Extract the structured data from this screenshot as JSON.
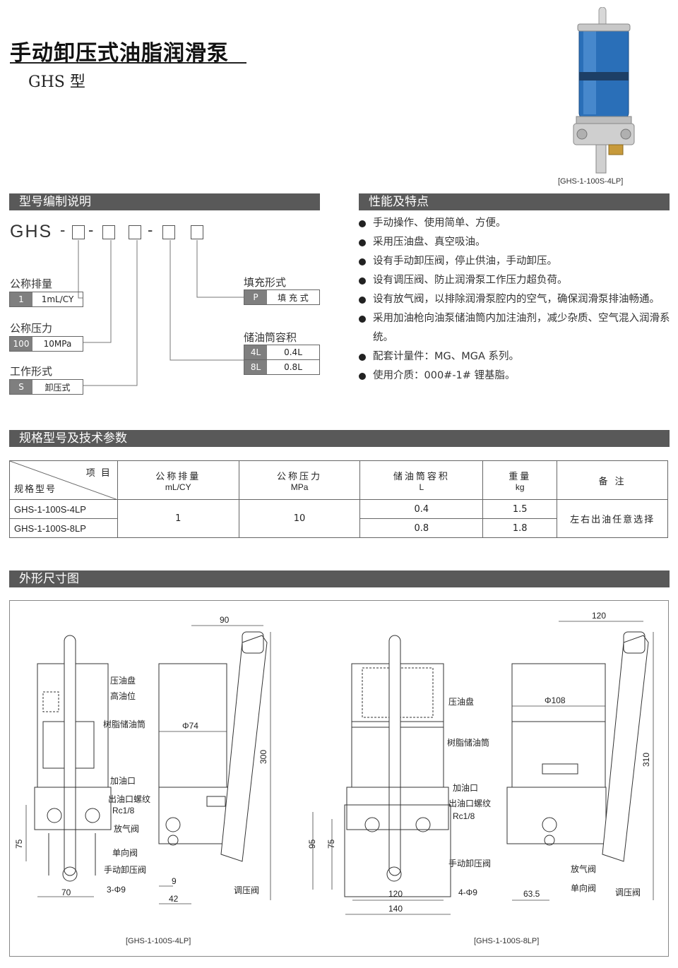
{
  "header": {
    "title": "手动卸压式油脂润滑泵",
    "subtitle": "GHS 型"
  },
  "photo": {
    "caption": "[GHS-1-100S-4LP]"
  },
  "sections": {
    "model_code": "型号编制说明",
    "features": "性能及特点",
    "specs": "规格型号及技术参数",
    "dimensions": "外形尺寸图"
  },
  "model_code": {
    "prefix": "GHS",
    "dash": "-",
    "displacement": {
      "label": "公称排量",
      "code": "1",
      "value": "1mL/CY"
    },
    "pressure": {
      "label": "公称压力",
      "code": "100",
      "value": "10MPa"
    },
    "work_type": {
      "label": "工作形式",
      "code": "S",
      "value": "卸压式"
    },
    "capacity": {
      "label": "储油筒容积",
      "rows": [
        {
          "code": "4L",
          "value": "0.4L"
        },
        {
          "code": "8L",
          "value": "0.8L"
        }
      ]
    },
    "fill": {
      "label": "填充形式",
      "code": "P",
      "value": "填 充 式"
    }
  },
  "features": [
    "手动操作、使用简单、方便。",
    "采用压油盘、真空吸油。",
    "设有手动卸压阀，停止供油，手动卸压。",
    "设有调压阀、防止润滑泵工作压力超负荷。",
    "设有放气阀，以排除润滑泵腔内的空气，确保润滑泵排油畅通。",
    "采用加油枪向油泵储油筒内加注油剂，减少杂质、空气混入润滑系统。",
    "配套计量件：MG、MGA 系列。",
    "使用介质：000#-1# 锂基脂。"
  ],
  "spec_table": {
    "corner_top": "项 目",
    "corner_bottom": "规格型号",
    "columns": [
      {
        "name": "公称排量",
        "unit": "mL/CY"
      },
      {
        "name": "公称压力",
        "unit": "MPa"
      },
      {
        "name": "储油筒容积",
        "unit": "L"
      },
      {
        "name": "重量",
        "unit": "kg"
      },
      {
        "name": "备 注",
        "unit": ""
      }
    ],
    "rows": [
      {
        "model": "GHS-1-100S-4LP",
        "capacity": "0.4",
        "weight": "1.5"
      },
      {
        "model": "GHS-1-100S-8LP",
        "capacity": "0.8",
        "weight": "1.8"
      }
    ],
    "displacement": "1",
    "pressure": "10",
    "remark": "左右出油任意选择"
  },
  "drawing_left": {
    "caption": "[GHS-1-100S-4LP]",
    "labels": {
      "disc": "压油盘",
      "high": "高油位",
      "tank": "树脂储油筒",
      "inlet": "加油口",
      "outlet": "出油口螺纹",
      "thread": "Rc1/8",
      "vent": "放气阀",
      "check": "单向阀",
      "relief": "手动卸压阀",
      "regulator": "调压阀",
      "holes": "3-Φ9"
    },
    "dims": {
      "d90": "90",
      "d74": "Φ74",
      "d300": "300",
      "d75": "75",
      "d70": "70",
      "d9": "9",
      "d42": "42"
    }
  },
  "drawing_right": {
    "caption": "[GHS-1-100S-8LP]",
    "labels": {
      "disc": "压油盘",
      "tank": "树脂储油筒",
      "inlet": "加油口",
      "outlet": "出油口螺纹",
      "thread": "Rc1/8",
      "relief": "手动卸压阀",
      "vent": "放气阀",
      "check": "单向阀",
      "regulator": "调压阀",
      "holes": "4-Φ9"
    },
    "dims": {
      "d120": "120",
      "d108": "Φ108",
      "d310": "310",
      "d95": "95",
      "d75": "75",
      "d120b": "120",
      "d140": "140",
      "d635": "63.5"
    }
  }
}
